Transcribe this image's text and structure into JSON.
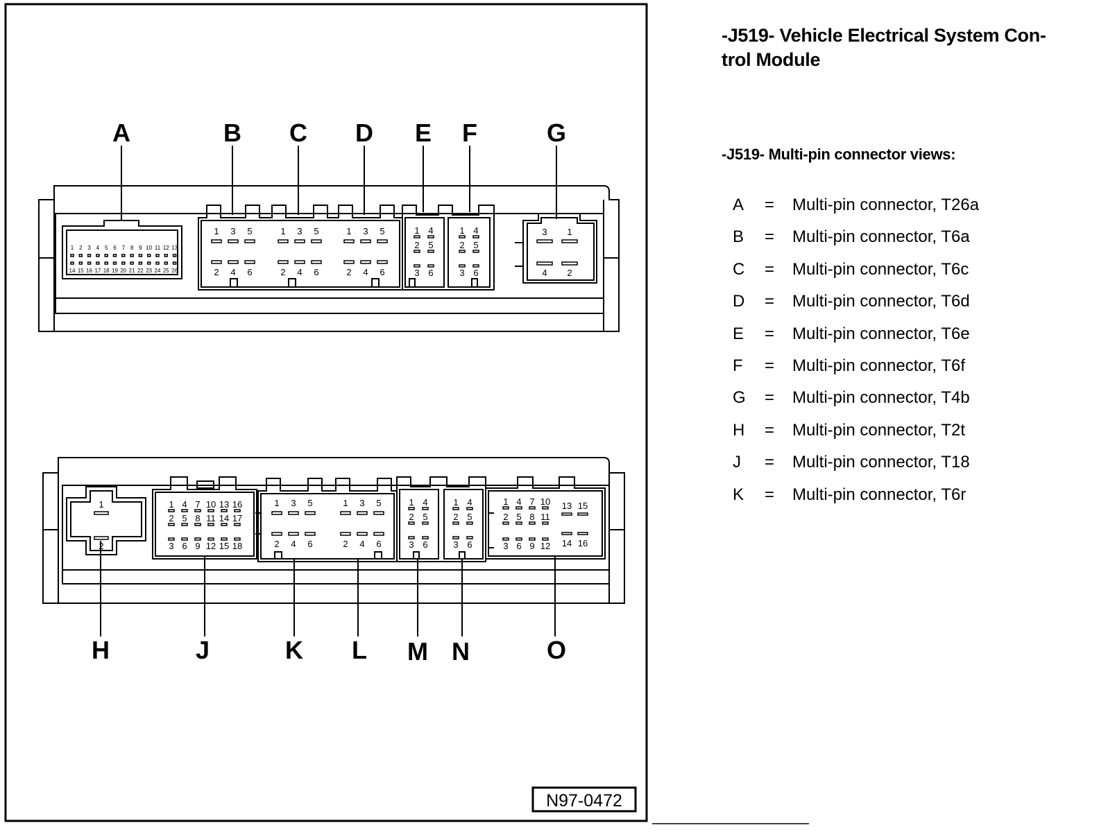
{
  "title": "-J519- Vehicle Electrical System Control Module",
  "title_lines": [
    "-J519- Vehicle Electrical System Con-",
    "trol Module"
  ],
  "subtitle": "-J519- Multi-pin connector views:",
  "legend": [
    {
      "letter": "A",
      "eq": "=",
      "desc": "Multi-pin connector, T26a"
    },
    {
      "letter": "B",
      "eq": "=",
      "desc": "Multi-pin connector, T6a"
    },
    {
      "letter": "C",
      "eq": "=",
      "desc": "Multi-pin connector, T6c"
    },
    {
      "letter": "D",
      "eq": "=",
      "desc": "Multi-pin connector, T6d"
    },
    {
      "letter": "E",
      "eq": "=",
      "desc": "Multi-pin connector, T6e"
    },
    {
      "letter": "F",
      "eq": "=",
      "desc": "Multi-pin connector, T6f"
    },
    {
      "letter": "G",
      "eq": "=",
      "desc": "Multi-pin connector, T4b"
    },
    {
      "letter": "H",
      "eq": "=",
      "desc": "Multi-pin connector, T2t"
    },
    {
      "letter": "J",
      "eq": "=",
      "desc": "Multi-pin connector, T18"
    },
    {
      "letter": "K",
      "eq": "=",
      "desc": "Multi-pin connector, T6r"
    }
  ],
  "figure_id": "N97-0472",
  "top_labels": [
    "A",
    "B",
    "C",
    "D",
    "E",
    "F",
    "G"
  ],
  "bottom_labels": [
    "H",
    "J",
    "K",
    "L",
    "M",
    "N",
    "O"
  ],
  "pins": {
    "t26a_row1": [
      "1",
      "2",
      "3",
      "4",
      "5",
      "6",
      "7",
      "8",
      "9",
      "10",
      "11",
      "12",
      "13"
    ],
    "t26a_row2": [
      "14",
      "15",
      "16",
      "17",
      "18",
      "19",
      "20",
      "21",
      "22",
      "23",
      "24",
      "25",
      "26"
    ],
    "t6_top": [
      "1",
      "3",
      "5"
    ],
    "t6_bottom": [
      "2",
      "4",
      "6"
    ],
    "t6_narrow": [
      "1",
      "4",
      "2",
      "5",
      "3",
      "6"
    ],
    "t4b": [
      "3",
      "1",
      "4",
      "2"
    ],
    "t2t": [
      "1",
      "2"
    ],
    "t18": [
      "1",
      "4",
      "7",
      "10",
      "13",
      "16",
      "2",
      "5",
      "8",
      "11",
      "14",
      "17",
      "3",
      "6",
      "9",
      "12",
      "15",
      "18"
    ],
    "o_left": [
      "1",
      "4",
      "7",
      "10",
      "2",
      "5",
      "8",
      "11",
      "3",
      "6",
      "9",
      "12"
    ],
    "o_right": [
      "13",
      "15",
      "14",
      "16"
    ]
  }
}
